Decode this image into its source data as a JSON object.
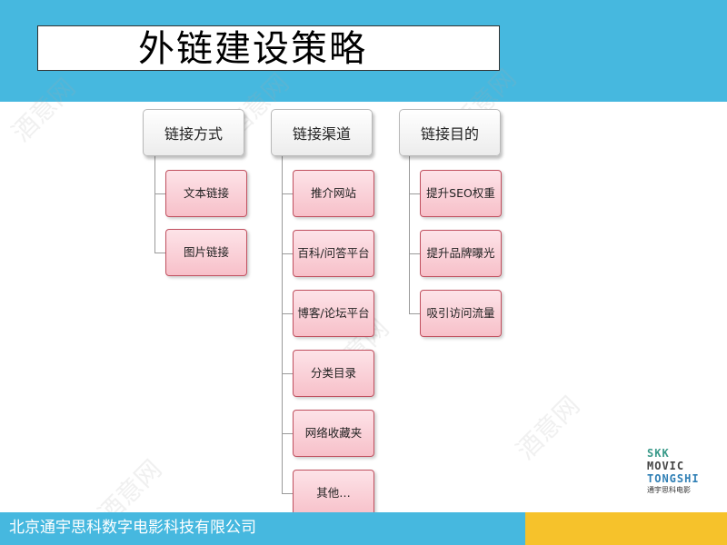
{
  "header": {
    "title": "外链建设策略"
  },
  "footer": {
    "company": "北京通宇思科数字电影科技有限公司"
  },
  "columns": [
    {
      "label": "链接方式",
      "items": [
        "文本链接",
        "图片链接"
      ]
    },
    {
      "label": "链接渠道",
      "items": [
        "推介网站",
        "百科/问答平台",
        "博客/论坛平台",
        "分类目录",
        "网络收藏夹",
        "其他…"
      ]
    },
    {
      "label": "链接目的",
      "items": [
        "提升SEO权重",
        "提升品牌曝光",
        "吸引访问流量"
      ]
    }
  ],
  "watermark": {
    "text": "酒意网"
  },
  "logo": {
    "line1": "SKK",
    "line2": "MOVIC",
    "line3": "TONGSHI",
    "subtitle": "通宇思科电影"
  },
  "colors": {
    "top_band": "#46b8df",
    "footer_blue": "#46b8df",
    "footer_yellow": "#f6c22b",
    "child_fill": "#fcd3da",
    "child_border": "#c0505f"
  }
}
